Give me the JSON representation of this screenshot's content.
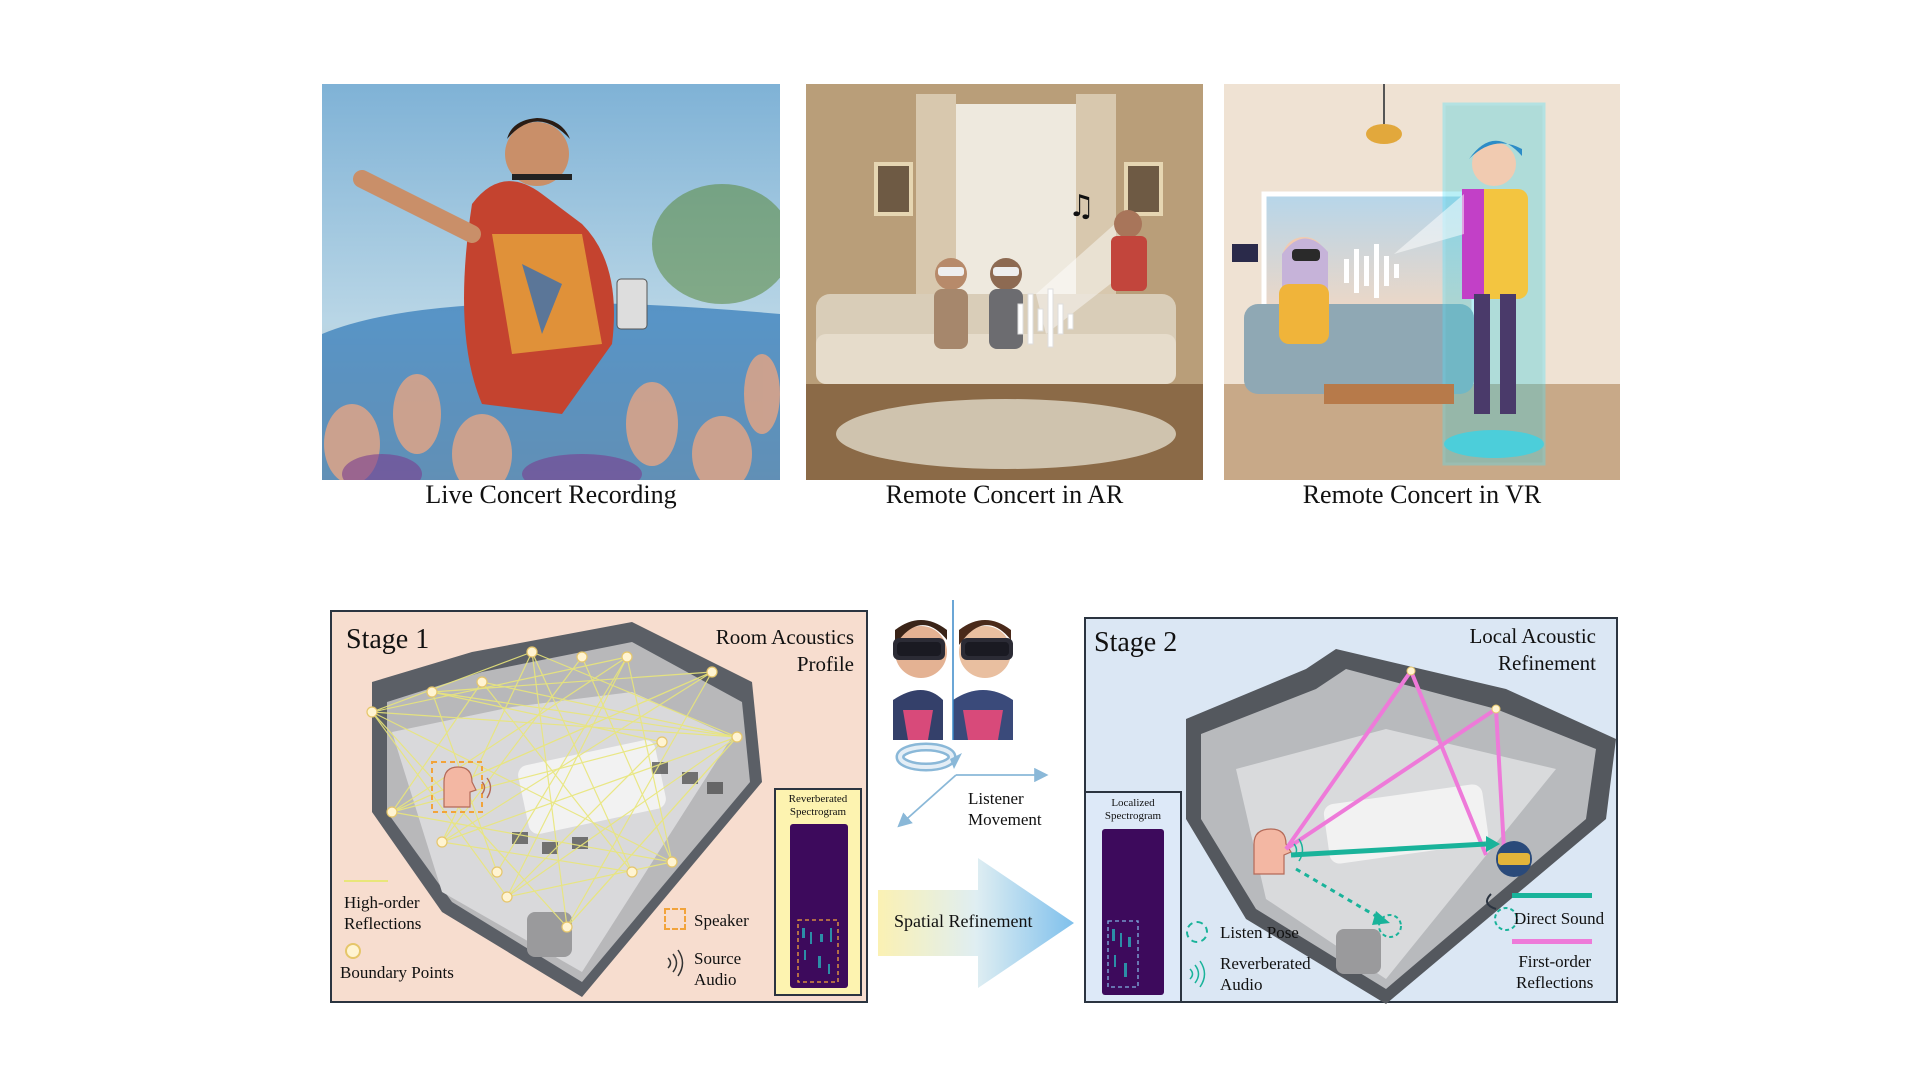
{
  "top_row": {
    "captions": [
      "Live Concert Recording",
      "Remote Concert in AR",
      "Remote Concert in VR"
    ]
  },
  "stage1": {
    "title": "Stage 1",
    "panel_title": [
      "Room Acoustics",
      "Profile"
    ],
    "legend_reflections": [
      "High-order",
      "Reflections"
    ],
    "legend_boundary": "Boundary Points",
    "legend_speaker": "Speaker",
    "legend_source": [
      "Source",
      "Audio"
    ],
    "spectrogram_title": [
      "Reverberated",
      "Spectrogram"
    ],
    "colors": {
      "background": "#f7ddcf",
      "reflection_lines": "#e9e67a",
      "speaker_box": "#f2a33a"
    }
  },
  "middle": {
    "listener_movement": [
      "Listener",
      "Movement"
    ],
    "spatial_refinement": "Spatial Refinement"
  },
  "stage2": {
    "title": "Stage 2",
    "panel_title": [
      "Local Acoustic",
      "Refinement"
    ],
    "legend_listen_pose": "Listen Pose",
    "legend_reverb_audio": [
      "Reverberated",
      "Audio"
    ],
    "legend_direct": "Direct Sound",
    "legend_first_order": [
      "First-order",
      "Reflections"
    ],
    "spectrogram_title": [
      "Localized",
      "Spectrogram"
    ],
    "colors": {
      "background": "#dbe7f4",
      "direct_sound": "#19b39a",
      "first_order": "#ee7ad9"
    }
  }
}
